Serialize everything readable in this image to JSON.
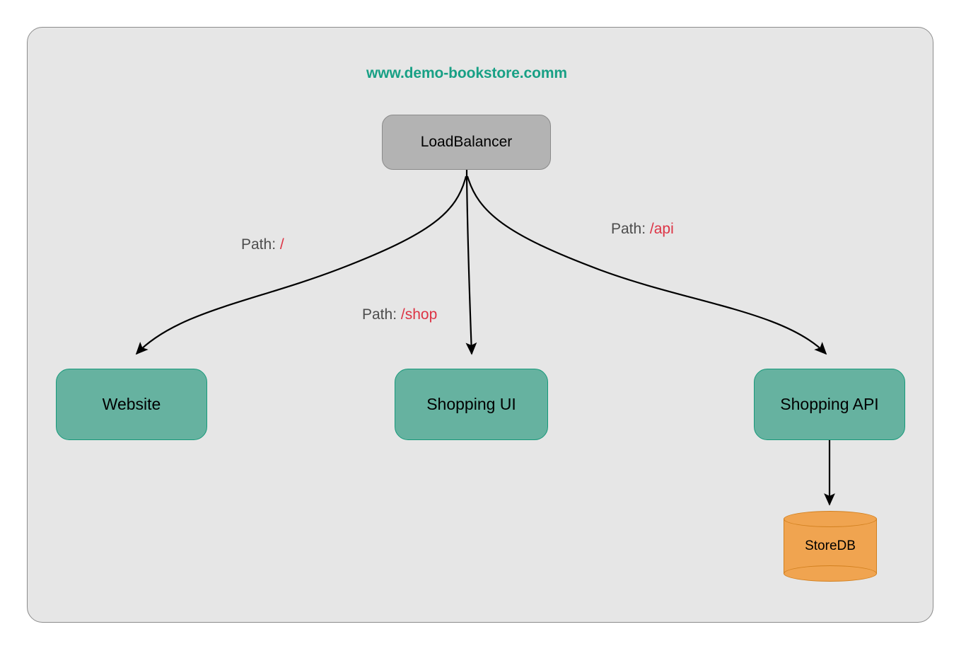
{
  "diagram": {
    "title": "www.demo-bookstore.comm",
    "title_color": "#18a085",
    "background_color": "#e6e6e6",
    "border_color": "#8c8c8c"
  },
  "nodes": {
    "load_balancer": {
      "label": "LoadBalancer",
      "fill": "#b3b3b3",
      "stroke": "#8a8a8a",
      "shape": "rounded-rect"
    },
    "website": {
      "label": "Website",
      "fill": "#66b2a0",
      "stroke": "#17997a",
      "shape": "rounded-rect"
    },
    "shopping_ui": {
      "label": "Shopping UI",
      "fill": "#66b2a0",
      "stroke": "#17997a",
      "shape": "rounded-rect"
    },
    "shopping_api": {
      "label": "Shopping API",
      "fill": "#66b2a0",
      "stroke": "#17997a",
      "shape": "rounded-rect"
    },
    "store_db": {
      "label": "StoreDB",
      "fill": "#f0a450",
      "stroke": "#d2801f",
      "shape": "cylinder"
    }
  },
  "edges": [
    {
      "from": "load_balancer",
      "to": "website",
      "label_prefix": "Path: ",
      "label_value": "/",
      "value_color": "#dd3344"
    },
    {
      "from": "load_balancer",
      "to": "shopping_ui",
      "label_prefix": "Path: ",
      "label_value": "/shop",
      "value_color": "#dd3344"
    },
    {
      "from": "load_balancer",
      "to": "shopping_api",
      "label_prefix": "Path: ",
      "label_value": "/api",
      "value_color": "#dd3344"
    },
    {
      "from": "shopping_api",
      "to": "store_db",
      "label_prefix": "",
      "label_value": "",
      "value_color": "#dd3344"
    }
  ]
}
